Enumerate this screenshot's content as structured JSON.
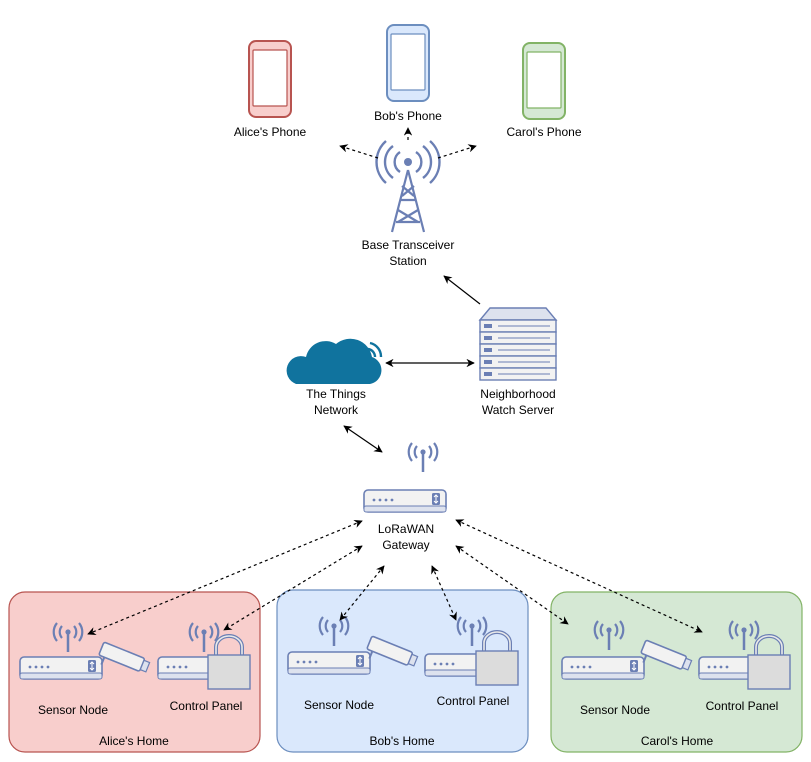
{
  "phones": {
    "alice": {
      "label": "Alice's Phone",
      "color": "#b85450",
      "fill": "#f8cecc"
    },
    "bob": {
      "label": "Bob's Phone",
      "color": "#6c8ebf",
      "fill": "#dae8fc"
    },
    "carol": {
      "label": "Carol's Phone",
      "color": "#82b366",
      "fill": "#d5e8d4"
    }
  },
  "base_station": {
    "line1": "Base Transceiver",
    "line2": "Station"
  },
  "ttn": {
    "line1": "The Things",
    "line2": "Network",
    "color": "#10739e"
  },
  "server": {
    "line1": "Neighborhood",
    "line2": "Watch Server"
  },
  "gateway": {
    "line1": "LoRaWAN",
    "line2": "Gateway"
  },
  "homes": [
    {
      "label": "Alice's Home",
      "fill": "#f8cecc",
      "stroke": "#b85450",
      "sensor_label": "Sensor Node",
      "panel_label": "Control Panel"
    },
    {
      "label": "Bob's Home",
      "fill": "#dae8fc",
      "stroke": "#6c8ebf",
      "sensor_label": "Sensor Node",
      "panel_label": "Control Panel"
    },
    {
      "label": "Carol's Home",
      "fill": "#d5e8d4",
      "stroke": "#82b366",
      "sensor_label": "Sensor Node",
      "panel_label": "Control Panel"
    }
  ],
  "icon_color": "#6b7fb4"
}
